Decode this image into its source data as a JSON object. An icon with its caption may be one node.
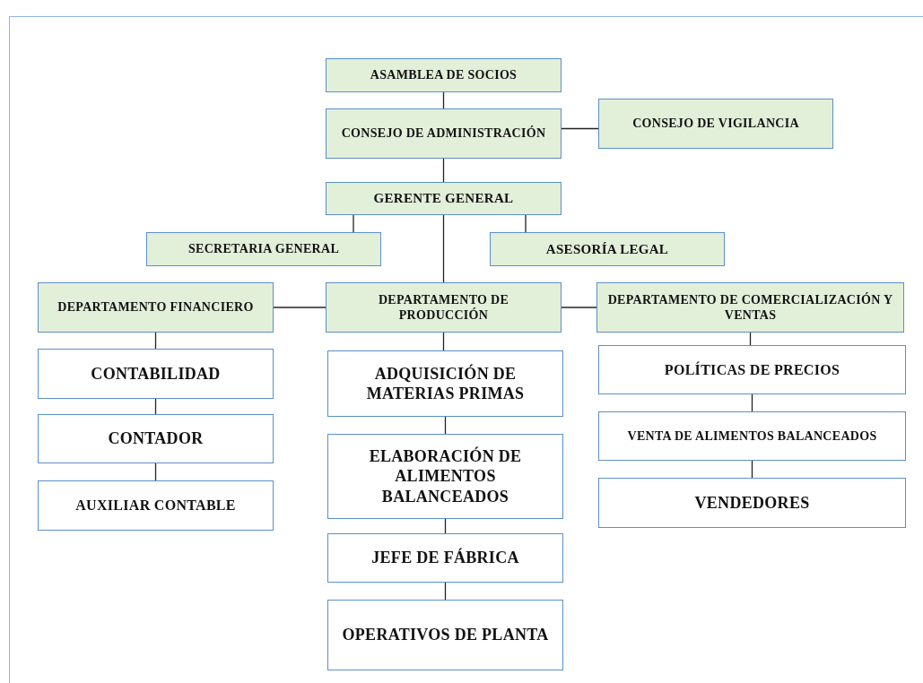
{
  "diagram": {
    "nodes": [
      {
        "text": [
          "ASAMBLEA DE SOCIOS"
        ]
      },
      {
        "text": [
          "CONSEJO DE ADMINISTRACIÓN"
        ]
      },
      {
        "text": [
          "CONSEJO DE VIGILANCIA"
        ]
      },
      {
        "text": [
          "GERENTE GENERAL"
        ]
      },
      {
        "text": [
          "SECRETARIA GENERAL"
        ]
      },
      {
        "text": [
          "ASESORÍA LEGAL"
        ]
      },
      {
        "text": [
          "DEPARTAMENTO FINANCIERO"
        ]
      },
      {
        "text": [
          "DEPARTAMENTO DE PRODUCCIÓN"
        ]
      },
      {
        "text": [
          "DEPARTAMENTO DE COMERCIALIZACIÓN Y VENTAS"
        ]
      },
      {
        "text": [
          "CONTABILIDAD"
        ]
      },
      {
        "text": [
          "CONTADOR"
        ]
      },
      {
        "text": [
          "AUXILIAR CONTABLE"
        ]
      },
      {
        "text": [
          "ADQUISICIÓN DE MATERIAS PRIMAS"
        ]
      },
      {
        "text": [
          "ELABORACIÓN DE ALIMENTOS BALANCEADOS"
        ]
      },
      {
        "text": [
          "JEFE DE FÁBRICA"
        ]
      },
      {
        "text": [
          "OPERATIVOS DE PLANTA"
        ]
      },
      {
        "text": [
          "POLÍTICAS DE PRECIOS"
        ]
      },
      {
        "text": [
          "VENTA DE ALIMENTOS BALANCEADOS"
        ]
      },
      {
        "text": [
          "VENDEDORES"
        ]
      }
    ],
    "edges": [
      {
        "from": 0,
        "to": 1,
        "arrow": "none"
      },
      {
        "from": 1,
        "to": 2,
        "arrow": "none"
      },
      {
        "from": 1,
        "to": 3,
        "arrow": "none"
      },
      {
        "from": 3,
        "to": 4,
        "arrow": "none"
      },
      {
        "from": 3,
        "to": 5,
        "arrow": "none"
      },
      {
        "from": 3,
        "to": 7,
        "arrow": "none"
      },
      {
        "from": 7,
        "to": 6,
        "arrow": "none"
      },
      {
        "from": 7,
        "to": 8,
        "arrow": "none"
      },
      {
        "from": 6,
        "to": 9,
        "arrow": "none"
      },
      {
        "from": 9,
        "to": 10,
        "arrow": "none"
      },
      {
        "from": 10,
        "to": 11,
        "arrow": "none"
      },
      {
        "from": 7,
        "to": 12,
        "arrow": "none"
      },
      {
        "from": 12,
        "to": 13,
        "arrow": "none"
      },
      {
        "from": 13,
        "to": 14,
        "arrow": "none"
      },
      {
        "from": 14,
        "to": 15,
        "arrow": "none"
      },
      {
        "from": 8,
        "to": 16,
        "arrow": "none"
      },
      {
        "from": 16,
        "to": 17,
        "arrow": "none"
      },
      {
        "from": 17,
        "to": 18,
        "arrow": "none"
      }
    ]
  }
}
